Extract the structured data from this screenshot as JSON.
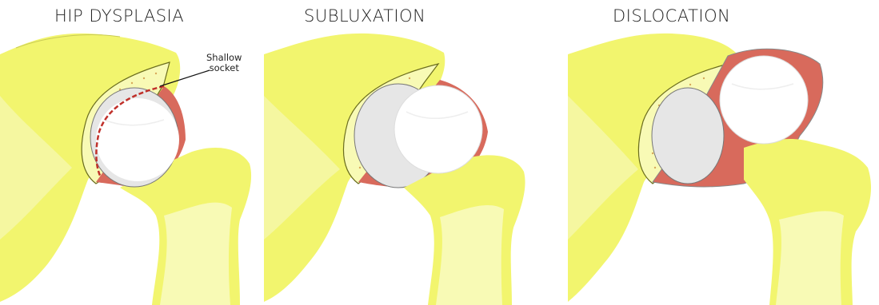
{
  "panels": [
    {
      "title": "HIP DYSPLASIA",
      "annotation": [
        "Shallow",
        "socket"
      ]
    },
    {
      "title": "SUBLUXATION"
    },
    {
      "title": "DISLOCATION"
    }
  ],
  "colors": {
    "bone": "#f2f56e",
    "bone_light": "#f8fab5",
    "bone_outline": "#8a8c2a",
    "cartilage": "#e6e6e6",
    "femoral_head": "#ffffff",
    "capsule": "#d86a5c",
    "marrow_dots": "#d8a85a",
    "labrum_line": "#c0302a"
  }
}
